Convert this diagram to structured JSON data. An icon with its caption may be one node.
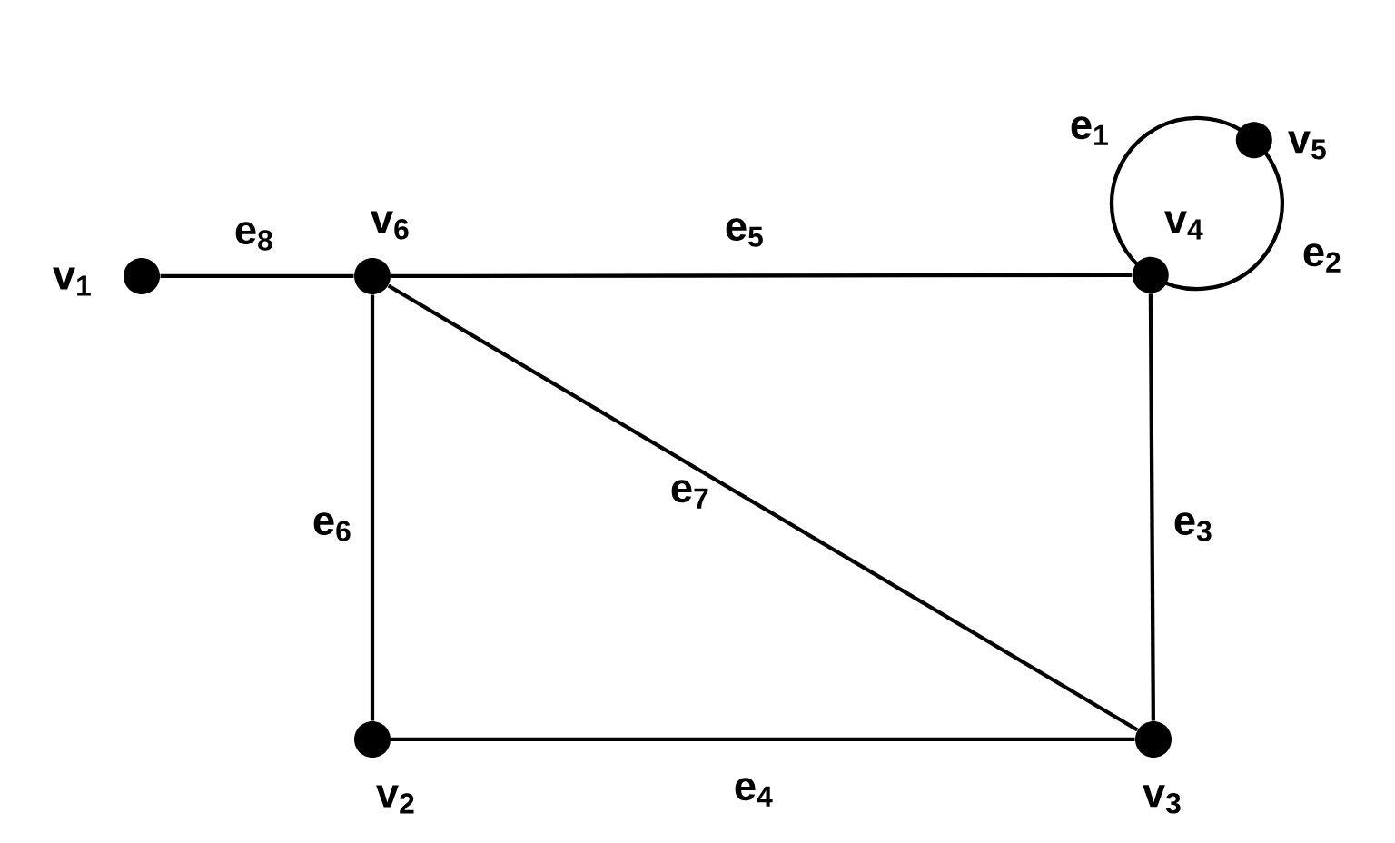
{
  "diagram": {
    "nodes": [
      {
        "text": [],
        "shape": "circle",
        "beside": [
          "v$_{1}$"
        ]
      },
      {
        "text": [],
        "shape": "circle",
        "beside": [
          "v$_{2}$"
        ]
      },
      {
        "text": [],
        "shape": "circle",
        "beside": [
          "v$_{3}$"
        ]
      },
      {
        "text": [],
        "shape": "circle",
        "beside": [
          "v$_{4}$"
        ]
      },
      {
        "text": [],
        "shape": "circle",
        "beside": [
          "v$_{5}$"
        ]
      },
      {
        "text": [],
        "shape": "circle",
        "beside": [
          "v$_{6}$"
        ]
      }
    ],
    "edges": [
      {
        "from": 3,
        "to": 4,
        "arrow": "none",
        "label": "e$_{1}$"
      },
      {
        "from": 4,
        "to": 3,
        "arrow": "none",
        "label": "e$_{2}$"
      },
      {
        "from": 3,
        "to": 2,
        "arrow": "none",
        "label": "e$_{3}$"
      },
      {
        "from": 1,
        "to": 2,
        "arrow": "none",
        "label": "e$_{4}$"
      },
      {
        "from": 5,
        "to": 3,
        "arrow": "none",
        "label": "e$_{5}$"
      },
      {
        "from": 5,
        "to": 1,
        "arrow": "none",
        "label": "e$_{6}$"
      },
      {
        "from": 5,
        "to": 2,
        "arrow": "none",
        "label": "e$_{7}$"
      },
      {
        "from": 0,
        "to": 5,
        "arrow": "none",
        "label": "e$_{8}$"
      }
    ]
  }
}
